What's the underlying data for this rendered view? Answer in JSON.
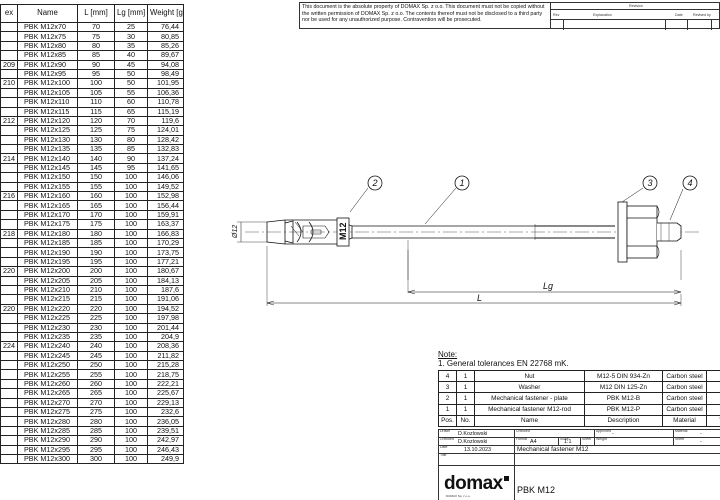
{
  "variants_table": {
    "headers": [
      "ex",
      "Name",
      "L [mm]",
      "Lg [mm]",
      "Weight [g]"
    ],
    "rows": [
      [
        "",
        "PBK M12x70",
        "70",
        "25",
        "76,44"
      ],
      [
        "",
        "PBK M12x75",
        "75",
        "30",
        "80,85"
      ],
      [
        "",
        "PBK M12x80",
        "80",
        "35",
        "85,26"
      ],
      [
        "",
        "PBK M12x85",
        "85",
        "40",
        "89,67"
      ],
      [
        "209",
        "PBK M12x90",
        "90",
        "45",
        "94,08"
      ],
      [
        "",
        "PBK M12x95",
        "95",
        "50",
        "98,49"
      ],
      [
        "210",
        "PBK M12x100",
        "100",
        "50",
        "101,95"
      ],
      [
        "",
        "PBK M12x105",
        "105",
        "55",
        "106,36"
      ],
      [
        "",
        "PBK M12x110",
        "110",
        "60",
        "110,78"
      ],
      [
        "",
        "PBK M12x115",
        "115",
        "65",
        "115,19"
      ],
      [
        "212",
        "PBK M12x120",
        "120",
        "70",
        "119,6"
      ],
      [
        "",
        "PBK M12x125",
        "125",
        "75",
        "124,01"
      ],
      [
        "",
        "PBK M12x130",
        "130",
        "80",
        "128,42"
      ],
      [
        "",
        "PBK M12x135",
        "135",
        "85",
        "132,83"
      ],
      [
        "214",
        "PBK M12x140",
        "140",
        "90",
        "137,24"
      ],
      [
        "",
        "PBK M12x145",
        "145",
        "95",
        "141,65"
      ],
      [
        "",
        "PBK M12x150",
        "150",
        "100",
        "146,06"
      ],
      [
        "",
        "PBK M12x155",
        "155",
        "100",
        "149,52"
      ],
      [
        "216",
        "PBK M12x160",
        "160",
        "100",
        "152,98"
      ],
      [
        "",
        "PBK M12x165",
        "165",
        "100",
        "156,44"
      ],
      [
        "",
        "PBK M12x170",
        "170",
        "100",
        "159,91"
      ],
      [
        "",
        "PBK M12x175",
        "175",
        "100",
        "163,37"
      ],
      [
        "218",
        "PBK M12x180",
        "180",
        "100",
        "166,83"
      ],
      [
        "",
        "PBK M12x185",
        "185",
        "100",
        "170,29"
      ],
      [
        "",
        "PBK M12x190",
        "190",
        "100",
        "173,75"
      ],
      [
        "",
        "PBK M12x195",
        "195",
        "100",
        "177,21"
      ],
      [
        "220",
        "PBK M12x200",
        "200",
        "100",
        "180,67"
      ],
      [
        "",
        "PBK M12x205",
        "205",
        "100",
        "184,13"
      ],
      [
        "",
        "PBK M12x210",
        "210",
        "100",
        "187,6"
      ],
      [
        "",
        "PBK M12x215",
        "215",
        "100",
        "191,06"
      ],
      [
        "220",
        "PBK M12x220",
        "220",
        "100",
        "194,52"
      ],
      [
        "",
        "PBK M12x225",
        "225",
        "100",
        "197,98"
      ],
      [
        "",
        "PBK M12x230",
        "230",
        "100",
        "201,44"
      ],
      [
        "",
        "PBK M12x235",
        "235",
        "100",
        "204,9"
      ],
      [
        "224",
        "PBK M12x240",
        "240",
        "100",
        "208,36"
      ],
      [
        "",
        "PBK M12x245",
        "245",
        "100",
        "211,82"
      ],
      [
        "",
        "PBK M12x250",
        "250",
        "100",
        "215,28"
      ],
      [
        "",
        "PBK M12x255",
        "255",
        "100",
        "218,75"
      ],
      [
        "",
        "PBK M12x260",
        "260",
        "100",
        "222,21"
      ],
      [
        "",
        "PBK M12x265",
        "265",
        "100",
        "225,67"
      ],
      [
        "",
        "PBK M12x270",
        "270",
        "100",
        "229,13"
      ],
      [
        "",
        "PBK M12x275",
        "275",
        "100",
        "232,6"
      ],
      [
        "",
        "PBK M12x280",
        "280",
        "100",
        "236,05"
      ],
      [
        "",
        "PBK M12x285",
        "285",
        "100",
        "239,51"
      ],
      [
        "",
        "PBK M12x290",
        "290",
        "100",
        "242,97"
      ],
      [
        "",
        "PBK M12x295",
        "295",
        "100",
        "246,43"
      ],
      [
        "",
        "PBK M12x300",
        "300",
        "100",
        "249,9"
      ]
    ]
  },
  "notice": {
    "text": "This document is the absolute property of DOMAX Sp. z o.o. This document must not be copied without the written permission of DOMAX Sp. z o.o. The contents thereof must not be disclosed to a third party nor be used for any unauthorized purpose. Contravention will be prosecuted.",
    "revision_header": "Revision",
    "revision_cols": [
      "Rev",
      "Explanation",
      "Date",
      "Revised by"
    ]
  },
  "drawing": {
    "balloons": [
      "2",
      "1",
      "3",
      "4"
    ],
    "diameter_label": "Ø12",
    "sleeve_marking": "M12",
    "dim_lg": "Lg",
    "dim_l": "L"
  },
  "notes": {
    "title": "Note:",
    "line1": "1.   General tolerances EN 22768 mK."
  },
  "parts_list": {
    "rows": [
      [
        "4",
        "1",
        "Nut",
        "M12-5 DIN 934-Zn",
        "Carbon steel",
        ""
      ],
      [
        "3",
        "1",
        "Washer",
        "M12 DIN 125-Zn",
        "Carbon steel",
        "c"
      ],
      [
        "2",
        "1",
        "Mechanical fastener - plate",
        "PBK M12-B",
        "Carbon steel",
        "S"
      ],
      [
        "1",
        "1",
        "Mechanical fastener M12-rod",
        "PBK M12-P",
        "Carbon steel",
        ""
      ]
    ],
    "header": [
      "Pos.",
      "No.",
      "Name",
      "Description",
      "Material",
      "W"
    ]
  },
  "title_block": {
    "drawn_by": "D.Kozlowski",
    "checked_by": "D.Kozlowski",
    "format": "A4",
    "scale": "1:1",
    "date": "13.10.2023",
    "title": "Mechanical fastener M12",
    "dash1": "-",
    "dash2": "-",
    "dash3": "-",
    "logo": "domax",
    "logo_sub": "DOMAX Sp. z o.o.",
    "code": "PBK M12"
  }
}
